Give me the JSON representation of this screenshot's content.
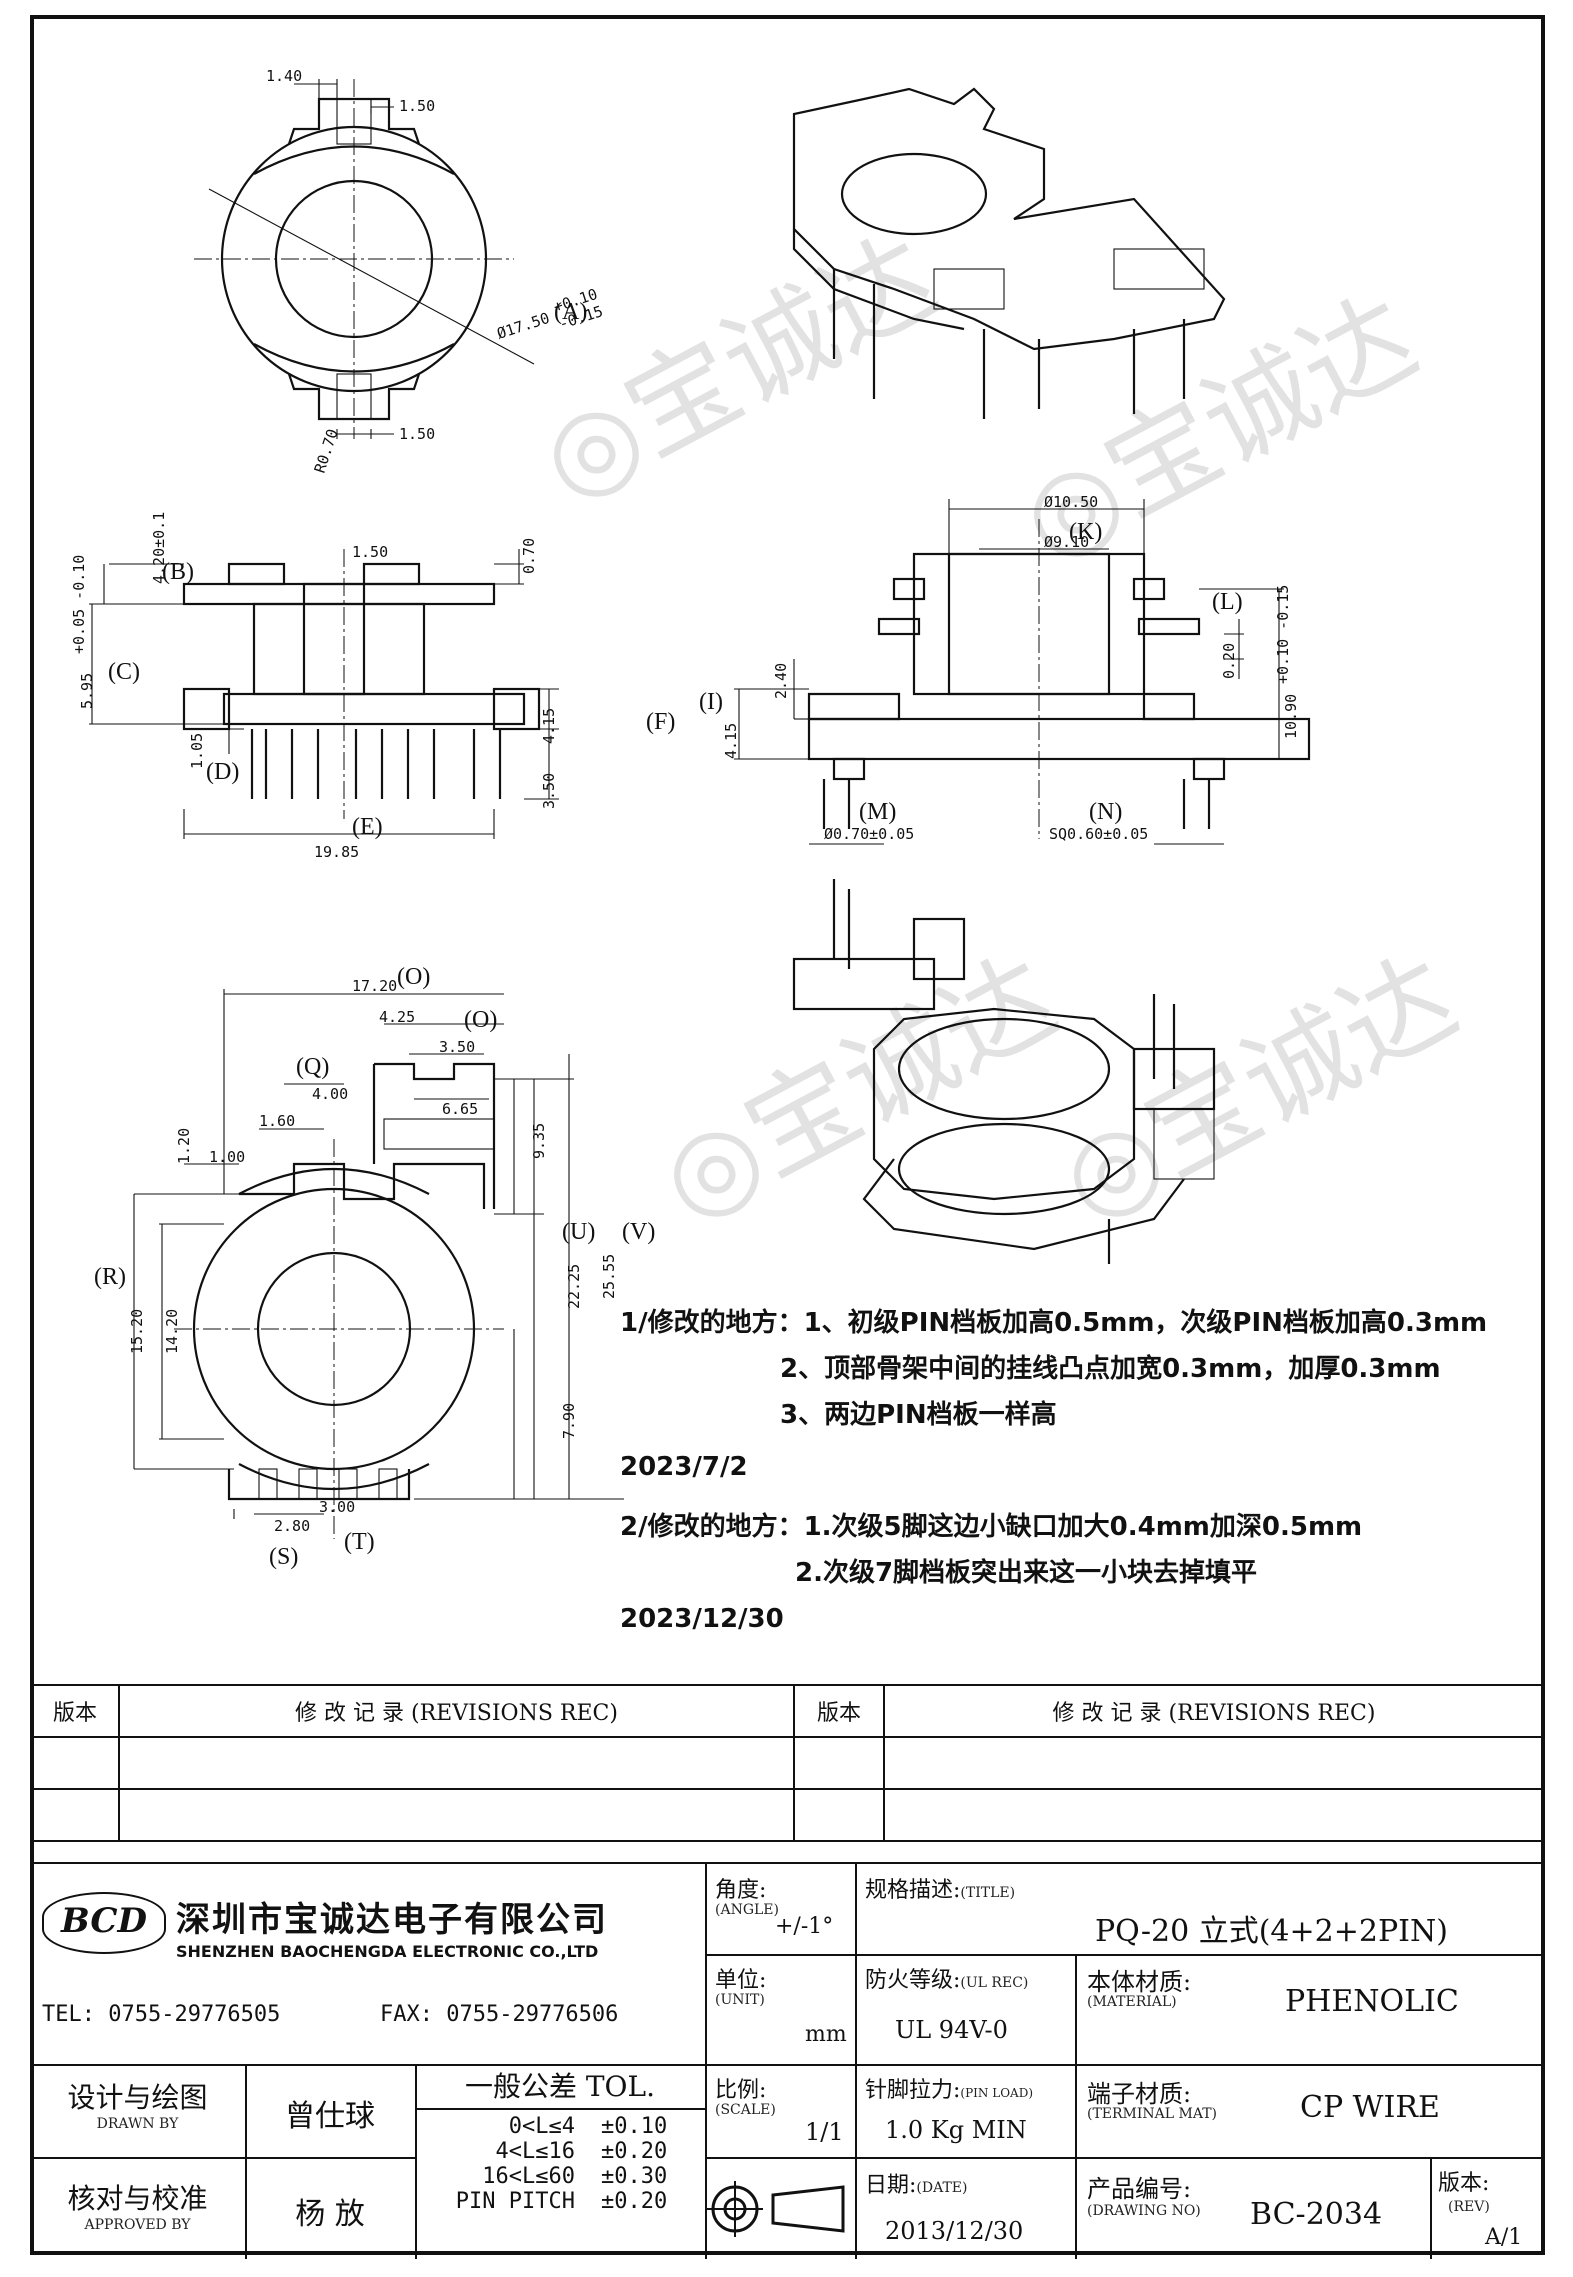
{
  "drawing": {
    "labels": {
      "a": "(A)",
      "b": "(B)",
      "c": "(C)",
      "d": "(D)",
      "e": "(E)",
      "f": "(F)",
      "i": "(I)",
      "k": "(K)",
      "l": "(L)",
      "m": "(M)",
      "n": "(N)",
      "o1": "(O)",
      "o2": "(O)",
      "q": "(Q)",
      "r": "(R)",
      "s": "(S)",
      "t": "(T)",
      "u": "(U)",
      "v": "(V)"
    },
    "dims": {
      "d140": "1.40",
      "d150a": "1.50",
      "d150b": "1.50",
      "d150c": "1.50",
      "dia1750": "Ø17.50",
      "tol_p010": "+0.10",
      "tol_m015": "-0.15",
      "r070": "R0.70",
      "d420": "4.20±0.1",
      "d070": "0.70",
      "d595": "5.95",
      "d595_tol": "+0.05 -0.10",
      "d105": "1.05",
      "d415a": "4.15",
      "d350": "3.50",
      "d1985": "19.85",
      "dia1050": "Ø10.50",
      "dia910": "Ø9.10",
      "d240": "2.40",
      "d415b": "4.15",
      "d020": "0.20",
      "d1090": "10.90",
      "d1090_tol": "+0.10 -0.15",
      "pin_dia": "Ø0.70±0.05",
      "pin_sq": "SQ0.60±0.05",
      "d1720": "17.20",
      "d425": "4.25",
      "d350b": "3.50",
      "d665": "6.65",
      "d400": "4.00",
      "d160": "1.60",
      "d120": "1.20",
      "d100": "1.00",
      "d935": "9.35",
      "d2225": "22.25",
      "d2555": "25.55",
      "d1520": "15.20",
      "d1420": "14.20",
      "d790": "7.90",
      "d280": "2.80",
      "d300": "3.00"
    }
  },
  "notes": {
    "n1_head": "1/修改的地方：",
    "n1_l1": "1、初级PIN档板加高0.5mm，次级PIN档板加高0.3mm",
    "n1_l2": "2、顶部骨架中间的挂线凸点加宽0.3mm，加厚0.3mm",
    "n1_l3": "3、两边PIN档板一样高",
    "n1_date": "2023/7/2",
    "n2_head": "2/修改的地方：",
    "n2_l1": "1.次级5脚这边小缺口加大0.4mm加深0.5mm",
    "n2_l2": "2.次级7脚档板突出来这一小块去掉填平",
    "n2_date": "2023/12/30"
  },
  "revisions": {
    "col_ver": "版本",
    "col_rec": "修 改 记 录 (REVISIONS REC)",
    "col_ver2": "版本",
    "col_rec2": "修 改 记 录 (REVISIONS REC)"
  },
  "titleblock": {
    "logo": "BCD",
    "company_cn": "深圳市宝诚达电子有限公司",
    "company_en": "SHENZHEN BAOCHENGDA ELECTRONIC CO.,LTD",
    "tel": "TEL: 0755-29776505",
    "fax": "FAX: 0755-29776506",
    "angle_label": "角度:",
    "angle_en": "(ANGLE)",
    "angle_value": "+/-1°",
    "title_label": "规格描述:",
    "title_en": "(TITLE)",
    "title_value": "PQ-20 立式(4+2+2PIN)",
    "unit_label": "单位:",
    "unit_en": "(UNIT)",
    "unit_value": "mm",
    "ul_label": "防火等级:",
    "ul_en": "(UL REC)",
    "ul_value": "UL 94V-0",
    "material_label": "本体材质:",
    "material_en": "(MATERIAL)",
    "material_value": "PHENOLIC",
    "drawn_label": "设计与绘图",
    "drawn_en": "DRAWN BY",
    "drawn_value": "曾仕球",
    "tol_label": "一般公差 TOL.",
    "tol_r1": "0<L≤4",
    "tol_v1": "±0.10",
    "tol_r2": "4<L≤16",
    "tol_v2": "±0.20",
    "tol_r3": "16<L≤60",
    "tol_v3": "±0.30",
    "tol_r4": "PIN PITCH",
    "tol_v4": "±0.20",
    "scale_label": "比例:",
    "scale_en": "(SCALE)",
    "scale_value": "1/1",
    "pinload_label": "针脚拉力:",
    "pinload_en": "(PIN LOAD)",
    "pinload_value": "1.0 Kg MIN",
    "terminal_label": "端子材质:",
    "terminal_en": "(TERMINAL MAT)",
    "terminal_value": "CP WIRE",
    "approved_label": "核对与校准",
    "approved_en": "APPROVED BY",
    "approved_value": "杨 放",
    "date_label": "日期:",
    "date_en": "(DATE)",
    "date_value": "2013/12/30",
    "drawing_no_label": "产品编号:",
    "drawing_no_en": "(DRAWING NO)",
    "drawing_no_value": "BC-2034",
    "rev_label": "版本:",
    "rev_en": "(REV)",
    "rev_value": "A/1"
  }
}
